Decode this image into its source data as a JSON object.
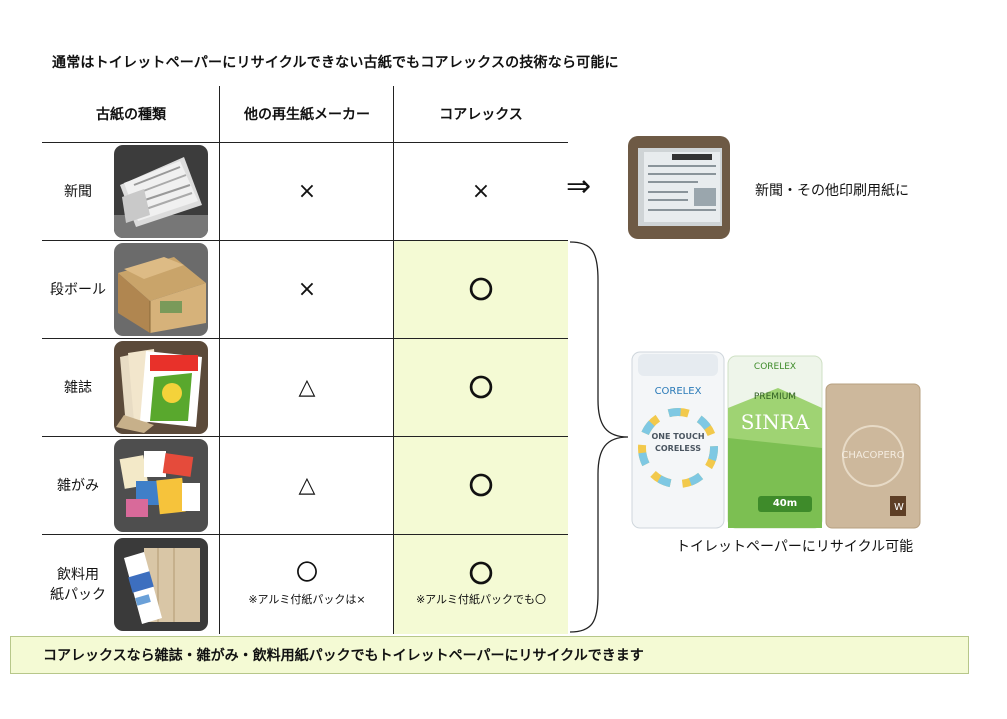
{
  "heading": "通常はトイレットペーパーにリサイクルできない古紙でもコアレックスの技術なら可能に",
  "table": {
    "headers": [
      "古紙の種類",
      "他の再生紙メーカー",
      "コアレックス"
    ],
    "rows": [
      {
        "label_lines": [
          "新聞"
        ],
        "photo": "newspaper-stack-photo",
        "other": "×",
        "corelex": "×",
        "other_note": "",
        "corelex_note": ""
      },
      {
        "label_lines": [
          "段ボール"
        ],
        "photo": "cardboard-boxes-photo",
        "other": "×",
        "corelex": "〇",
        "other_note": "",
        "corelex_note": ""
      },
      {
        "label_lines": [
          "雑誌"
        ],
        "photo": "magazines-photo",
        "other": "△",
        "corelex": "〇",
        "other_note": "",
        "corelex_note": ""
      },
      {
        "label_lines": [
          "雑がみ"
        ],
        "photo": "mixed-paper-photo",
        "other": "△",
        "corelex": "〇",
        "other_note": "",
        "corelex_note": ""
      },
      {
        "label_lines": [
          "飲料用",
          "紙パック"
        ],
        "photo": "milk-carton-photo",
        "other": "〇",
        "corelex": "〇",
        "other_note": "※アルミ付紙パックは×",
        "corelex_note": "※アルミ付紙パックでも〇"
      }
    ]
  },
  "arrow": "⇒",
  "newspaper_result": "新聞・その他印刷用紙に",
  "toilet_paper_caption": "トイレットペーパーにリサイクル可能",
  "products": {
    "p1_brand": "CORELEX",
    "p1_name_1": "ONE TOUCH",
    "p1_name_2": "CORELESS",
    "p2_brand": "CORELEX",
    "p2_sub": "PREMIUM",
    "p2_name": "SINRA",
    "p2_length": "40m",
    "p3_name": "CHACOPERO"
  },
  "footer": "コアレックスなら雑誌・雑がみ・飲料用紙パックでもトイレットペーパーにリサイクルできます",
  "colors": {
    "highlight": "#f4fad4",
    "line": "#222222"
  }
}
